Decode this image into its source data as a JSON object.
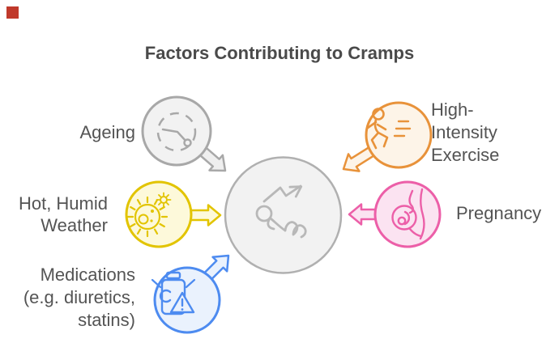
{
  "title": "Factors Contributing to Cramps",
  "center": {
    "icon": "cramping-person-icon",
    "fill": "#f2f2f2",
    "stroke": "#b0b0b0"
  },
  "factors": [
    {
      "id": "ageing",
      "label_lines": [
        "Ageing"
      ],
      "icon": "clock-icon",
      "stroke": "#a8a8a8",
      "fill": "#f2f2f2",
      "arrow_direction": "down-right-to-center"
    },
    {
      "id": "hot-humid-weather",
      "label_lines": [
        "Hot, Humid",
        "Weather"
      ],
      "icon": "sun-icon",
      "stroke": "#e2c400",
      "fill": "#fdf9da",
      "arrow_direction": "right-to-center"
    },
    {
      "id": "medications",
      "label_lines": [
        "Medications",
        "(e.g. diuretics,",
        "statins)"
      ],
      "icon": "medicine-bottle-icon",
      "stroke": "#4d8bf0",
      "fill": "#eaf2fd",
      "arrow_direction": "up-right-to-center"
    },
    {
      "id": "high-intensity-exercise",
      "label_lines": [
        "High-",
        "Intensity",
        "Exercise"
      ],
      "icon": "runner-icon",
      "stroke": "#e8923a",
      "fill": "#fdf4e8",
      "arrow_direction": "down-left-to-center"
    },
    {
      "id": "pregnancy",
      "label_lines": [
        "Pregnancy"
      ],
      "icon": "pregnant-woman-icon",
      "stroke": "#ec5fa8",
      "fill": "#fbe3f1",
      "arrow_direction": "left-to-center"
    }
  ],
  "colors": {
    "title_text": "#4a4a4a",
    "label_text": "#545454",
    "red_marker": "#c0392b",
    "center_icon_stroke": "#b8b8b8"
  }
}
